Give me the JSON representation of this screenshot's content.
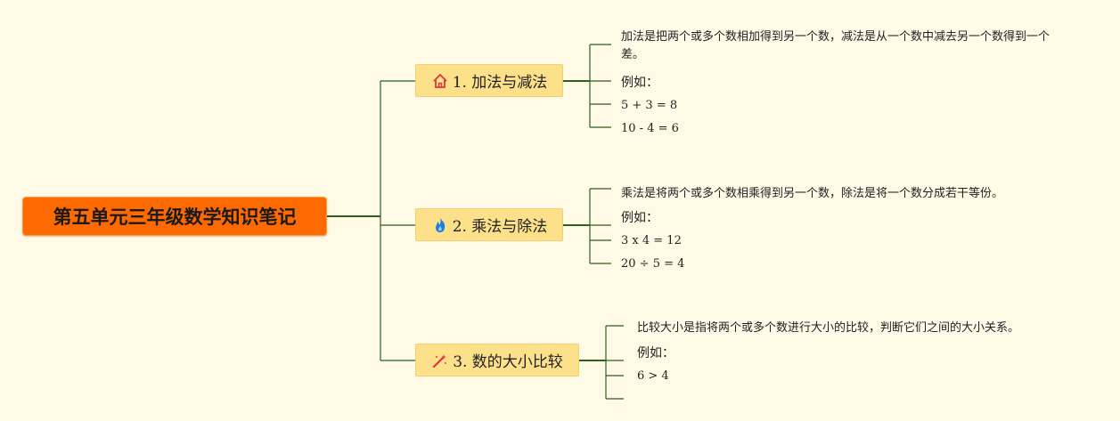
{
  "root": {
    "title": "第五单元三年级数学知识笔记"
  },
  "branches": [
    {
      "label": "1. 加法与减法",
      "icon": "house-icon",
      "leaves": [
        "加法是把两个或多个数相加得到另一个数，减法是从一个数中减去另一个数得到一个差。",
        "例如：",
        "5 + 3 = 8",
        "10 - 4 = 6"
      ]
    },
    {
      "label": "2. 乘法与除法",
      "icon": "flame-icon",
      "leaves": [
        "乘法是将两个或多个数相乘得到另一个数，除法是将一个数分成若干等份。",
        "例如：",
        "3 x 4 = 12",
        "20 ÷ 5 = 4"
      ]
    },
    {
      "label": "3. 数的大小比较",
      "icon": "magic-wand-icon",
      "leaves": [
        "比较大小是指将两个或多个数进行大小的比较，判断它们之间的大小关系。",
        "例如：",
        "6 > 4",
        ""
      ]
    }
  ],
  "colors": {
    "root_fill": "#ff6a00",
    "branch_fill": "#fde08a",
    "line": "#2d5e1f",
    "background": "#fffae6"
  }
}
